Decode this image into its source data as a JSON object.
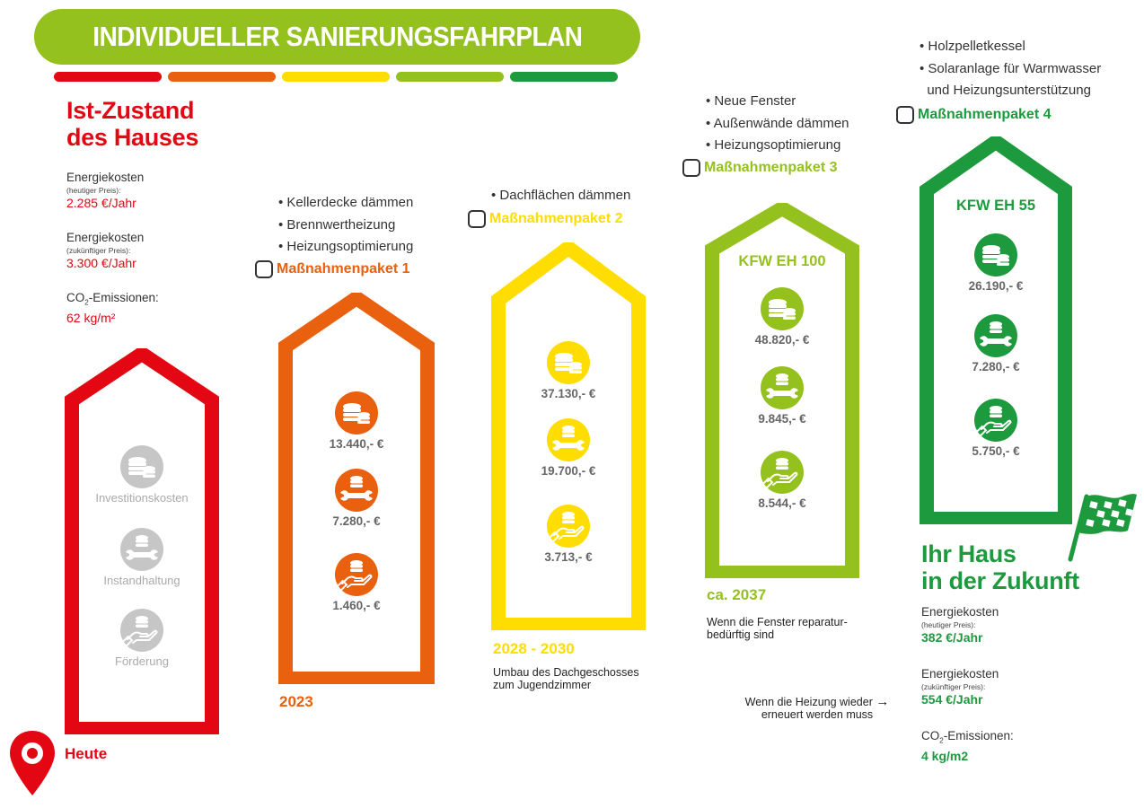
{
  "title": "INDIVIDUELLER SANIERUNGSFAHRPLAN",
  "colors": {
    "red": "#e30613",
    "orange": "#e9600e",
    "yellow": "#ffdd00",
    "light_green": "#95c11f",
    "green": "#1d9a3d",
    "grey_icon": "#c6c6c6",
    "amount_grey": "#666666"
  },
  "stripes": [
    "#e30613",
    "#e9600e",
    "#ffdd00",
    "#95c11f",
    "#1d9a3d"
  ],
  "current_state": {
    "heading_line1": "Ist-Zustand",
    "heading_line2": "des Hauses",
    "energy_today_label": "Energiekosten",
    "energy_today_sublabel": "(heutiger Preis):",
    "energy_today_value": "2.285 €/Jahr",
    "energy_future_label": "Energiekosten",
    "energy_future_sublabel": "(zukünftiger Preis):",
    "energy_future_value": "3.300 €/Jahr",
    "co2_label_prefix": "CO",
    "co2_label_sub": "2",
    "co2_label_suffix": "-Emissionen:",
    "co2_value": "62 kg/m²",
    "legend": {
      "investment": "Investitionskosten",
      "maintenance": "Instandhaltung",
      "funding": "Förderung"
    },
    "marker_label": "Heute",
    "marker_icon": "location-pin-icon"
  },
  "packages": [
    {
      "id": 1,
      "label": "Maßnahmenpaket 1",
      "measures": [
        "• Kellerdecke dämmen",
        "• Brennwertheizung",
        "• Heizungsoptimierung"
      ],
      "investment": "13.440,- €",
      "maintenance": "7.280,- €",
      "funding": "1.460,- €",
      "year": "2023",
      "note": ""
    },
    {
      "id": 2,
      "label": "Maßnahmenpaket 2",
      "measures": [
        "• Dachflächen dämmen"
      ],
      "investment": "37.130,- €",
      "maintenance": "19.700,- €",
      "funding": "3.713,- €",
      "year": "2028 - 2030",
      "note_line1": "Umbau des Dachgeschosses",
      "note_line2": "zum Jugendzimmer"
    },
    {
      "id": 3,
      "label": "Maßnahmenpaket 3",
      "measures": [
        "• Neue Fenster",
        "• Außenwände dämmen",
        "• Heizungsoptimierung"
      ],
      "standard": "KFW EH 100",
      "investment": "48.820,- €",
      "maintenance": "9.845,- €",
      "funding": "8.544,- €",
      "year": "ca. 2037",
      "note_line1": "Wenn die Fenster reparatur-",
      "note_line2": "bedürftig sind"
    },
    {
      "id": 4,
      "label": "Maßnahmenpaket 4",
      "measures": [
        "• Holzpelletkessel",
        "• Solaranlage für Warmwasser",
        "  und Heizungsunterstützung"
      ],
      "standard": "KFW EH 55",
      "investment": "26.190,- €",
      "maintenance": "7.280,- €",
      "funding": "5.750,- €",
      "note_line1": "Wenn die Heizung wieder",
      "note_line2": "erneuert werden muss",
      "note_arrow": "→"
    }
  ],
  "future_state": {
    "heading_line1": "Ihr Haus",
    "heading_line2": "in der Zukunft",
    "energy_today_label": "Energiekosten",
    "energy_today_sublabel": "(heutiger Preis):",
    "energy_today_value": "382 €/Jahr",
    "energy_future_label": "Energiekosten",
    "energy_future_sublabel": "(zukünftiger Preis):",
    "energy_future_value": "554 €/Jahr",
    "co2_label_prefix": "CO",
    "co2_label_sub": "2",
    "co2_label_suffix": "-Emissionen:",
    "co2_value": "4 kg/m2",
    "flag_icon": "checkered-flag-icon"
  }
}
